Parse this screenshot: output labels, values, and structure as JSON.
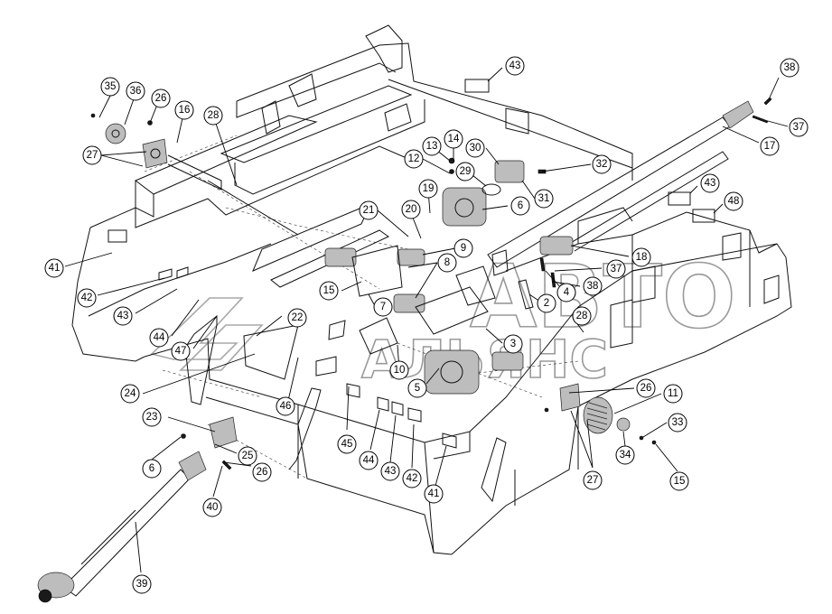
{
  "watermark": {
    "line1": "АВТО",
    "line2": "АЛЬЯНС"
  },
  "callouts": [
    {
      "id": "c1",
      "label": "35"
    },
    {
      "id": "c2",
      "label": "36"
    },
    {
      "id": "c3",
      "label": "26"
    },
    {
      "id": "c4",
      "label": "16"
    },
    {
      "id": "c5",
      "label": "28"
    },
    {
      "id": "c6",
      "label": "27"
    },
    {
      "id": "c7",
      "label": "43"
    },
    {
      "id": "c8",
      "label": "13"
    },
    {
      "id": "c9",
      "label": "14"
    },
    {
      "id": "c10",
      "label": "30"
    },
    {
      "id": "c11",
      "label": "12"
    },
    {
      "id": "c12",
      "label": "29"
    },
    {
      "id": "c13",
      "label": "32"
    },
    {
      "id": "c14",
      "label": "31"
    },
    {
      "id": "c15",
      "label": "19"
    },
    {
      "id": "c16",
      "label": "6"
    },
    {
      "id": "c17",
      "label": "21"
    },
    {
      "id": "c18",
      "label": "20"
    },
    {
      "id": "c19",
      "label": "9"
    },
    {
      "id": "c20",
      "label": "8"
    },
    {
      "id": "c21",
      "label": "38"
    },
    {
      "id": "c22",
      "label": "37"
    },
    {
      "id": "c23",
      "label": "17"
    },
    {
      "id": "c24",
      "label": "43"
    },
    {
      "id": "c25",
      "label": "48"
    },
    {
      "id": "c26",
      "label": "18"
    },
    {
      "id": "c27",
      "label": "37"
    },
    {
      "id": "c28",
      "label": "38"
    },
    {
      "id": "c29",
      "label": "4"
    },
    {
      "id": "c30",
      "label": "2"
    },
    {
      "id": "c31",
      "label": "41"
    },
    {
      "id": "c32",
      "label": "42"
    },
    {
      "id": "c33",
      "label": "43"
    },
    {
      "id": "c34",
      "label": "44"
    },
    {
      "id": "c35",
      "label": "47"
    },
    {
      "id": "c36",
      "label": "15"
    },
    {
      "id": "c37",
      "label": "7"
    },
    {
      "id": "c38",
      "label": "22"
    },
    {
      "id": "c39",
      "label": "28"
    },
    {
      "id": "c40",
      "label": "3"
    },
    {
      "id": "c41",
      "label": "10"
    },
    {
      "id": "c42",
      "label": "24"
    },
    {
      "id": "c43",
      "label": "46"
    },
    {
      "id": "c44",
      "label": "5"
    },
    {
      "id": "c45",
      "label": "26"
    },
    {
      "id": "c46",
      "label": "11"
    },
    {
      "id": "c47",
      "label": "23"
    },
    {
      "id": "c48",
      "label": "45"
    },
    {
      "id": "c49",
      "label": "44"
    },
    {
      "id": "c50",
      "label": "43"
    },
    {
      "id": "c51",
      "label": "42"
    },
    {
      "id": "c52",
      "label": "41"
    },
    {
      "id": "c53",
      "label": "33"
    },
    {
      "id": "c54",
      "label": "6"
    },
    {
      "id": "c55",
      "label": "25"
    },
    {
      "id": "c56",
      "label": "26"
    },
    {
      "id": "c57",
      "label": "27"
    },
    {
      "id": "c58",
      "label": "34"
    },
    {
      "id": "c59",
      "label": "15"
    },
    {
      "id": "c60",
      "label": "40"
    },
    {
      "id": "c61",
      "label": "39"
    }
  ]
}
